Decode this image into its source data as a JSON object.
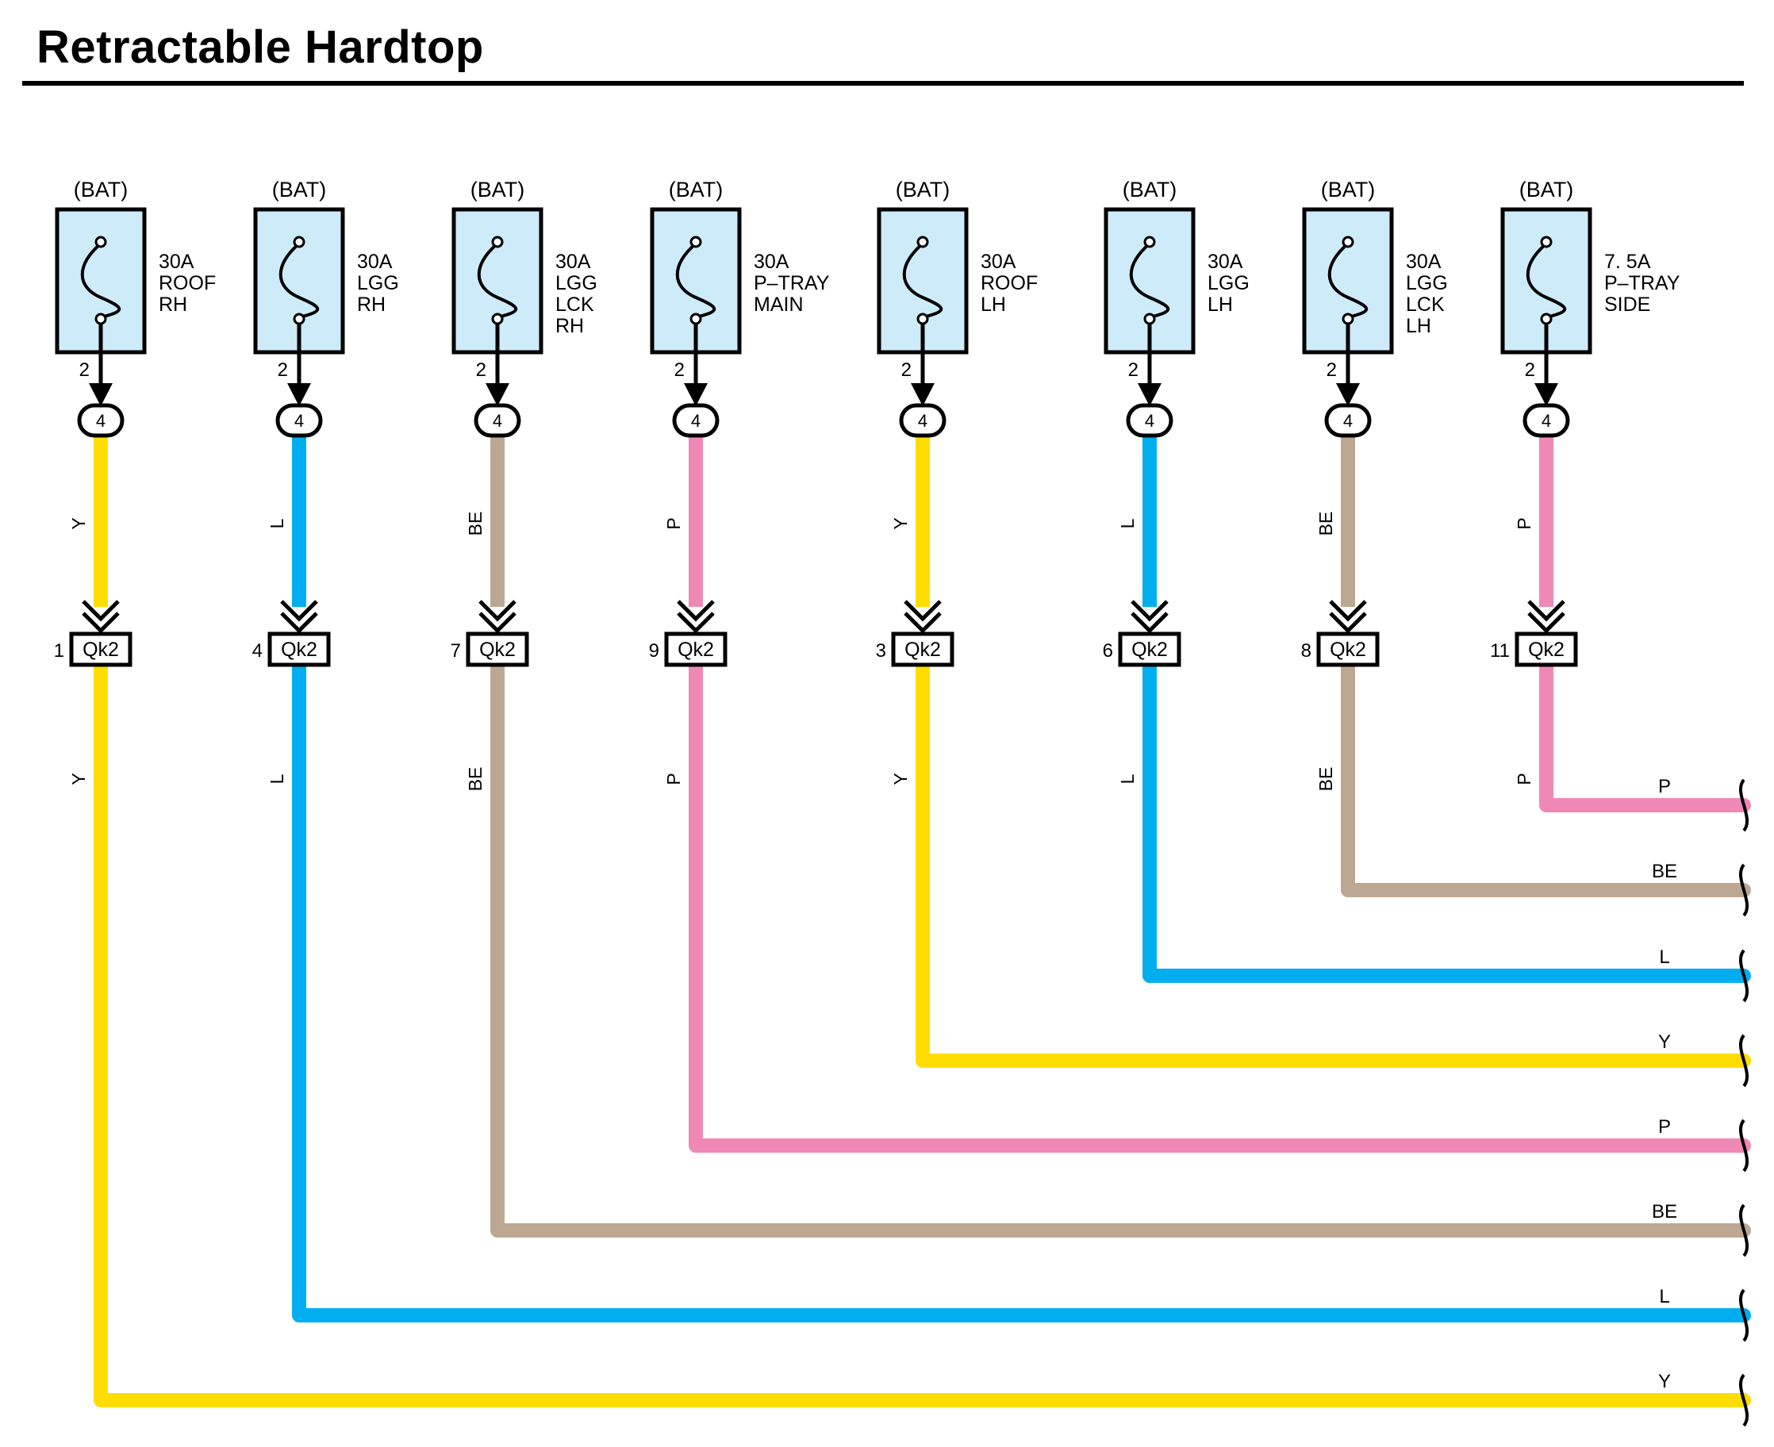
{
  "title": "Retractable Hardtop",
  "colors": {
    "Y": "#FFDD00",
    "L": "#00AEEF",
    "BE": "#BCA892",
    "P": "#F088B6",
    "fuse_fill": "#CDEBF9"
  },
  "circuits": [
    {
      "source": "(BAT)",
      "fuse_label": [
        "30A",
        "ROOF",
        "RH"
      ],
      "fuse_pin": "2",
      "junction": "4",
      "wire": "Y",
      "connector": "Qk2",
      "connector_pin": "1"
    },
    {
      "source": "(BAT)",
      "fuse_label": [
        "30A",
        "LGG",
        "RH"
      ],
      "fuse_pin": "2",
      "junction": "4",
      "wire": "L",
      "connector": "Qk2",
      "connector_pin": "4"
    },
    {
      "source": "(BAT)",
      "fuse_label": [
        "30A",
        "LGG",
        "LCK",
        "RH"
      ],
      "fuse_pin": "2",
      "junction": "4",
      "wire": "BE",
      "connector": "Qk2",
      "connector_pin": "7"
    },
    {
      "source": "(BAT)",
      "fuse_label": [
        "30A",
        "P–TRAY",
        "MAIN"
      ],
      "fuse_pin": "2",
      "junction": "4",
      "wire": "P",
      "connector": "Qk2",
      "connector_pin": "9"
    },
    {
      "source": "(BAT)",
      "fuse_label": [
        "30A",
        "ROOF",
        "LH"
      ],
      "fuse_pin": "2",
      "junction": "4",
      "wire": "Y",
      "connector": "Qk2",
      "connector_pin": "3"
    },
    {
      "source": "(BAT)",
      "fuse_label": [
        "30A",
        "LGG",
        "LH"
      ],
      "fuse_pin": "2",
      "junction": "4",
      "wire": "L",
      "connector": "Qk2",
      "connector_pin": "6"
    },
    {
      "source": "(BAT)",
      "fuse_label": [
        "30A",
        "LGG",
        "LCK",
        "LH"
      ],
      "fuse_pin": "2",
      "junction": "4",
      "wire": "BE",
      "connector": "Qk2",
      "connector_pin": "8"
    },
    {
      "source": "(BAT)",
      "fuse_label": [
        "7. 5A",
        "P–TRAY",
        "SIDE"
      ],
      "fuse_pin": "2",
      "junction": "4",
      "wire": "P",
      "connector": "Qk2",
      "connector_pin": "11"
    }
  ]
}
